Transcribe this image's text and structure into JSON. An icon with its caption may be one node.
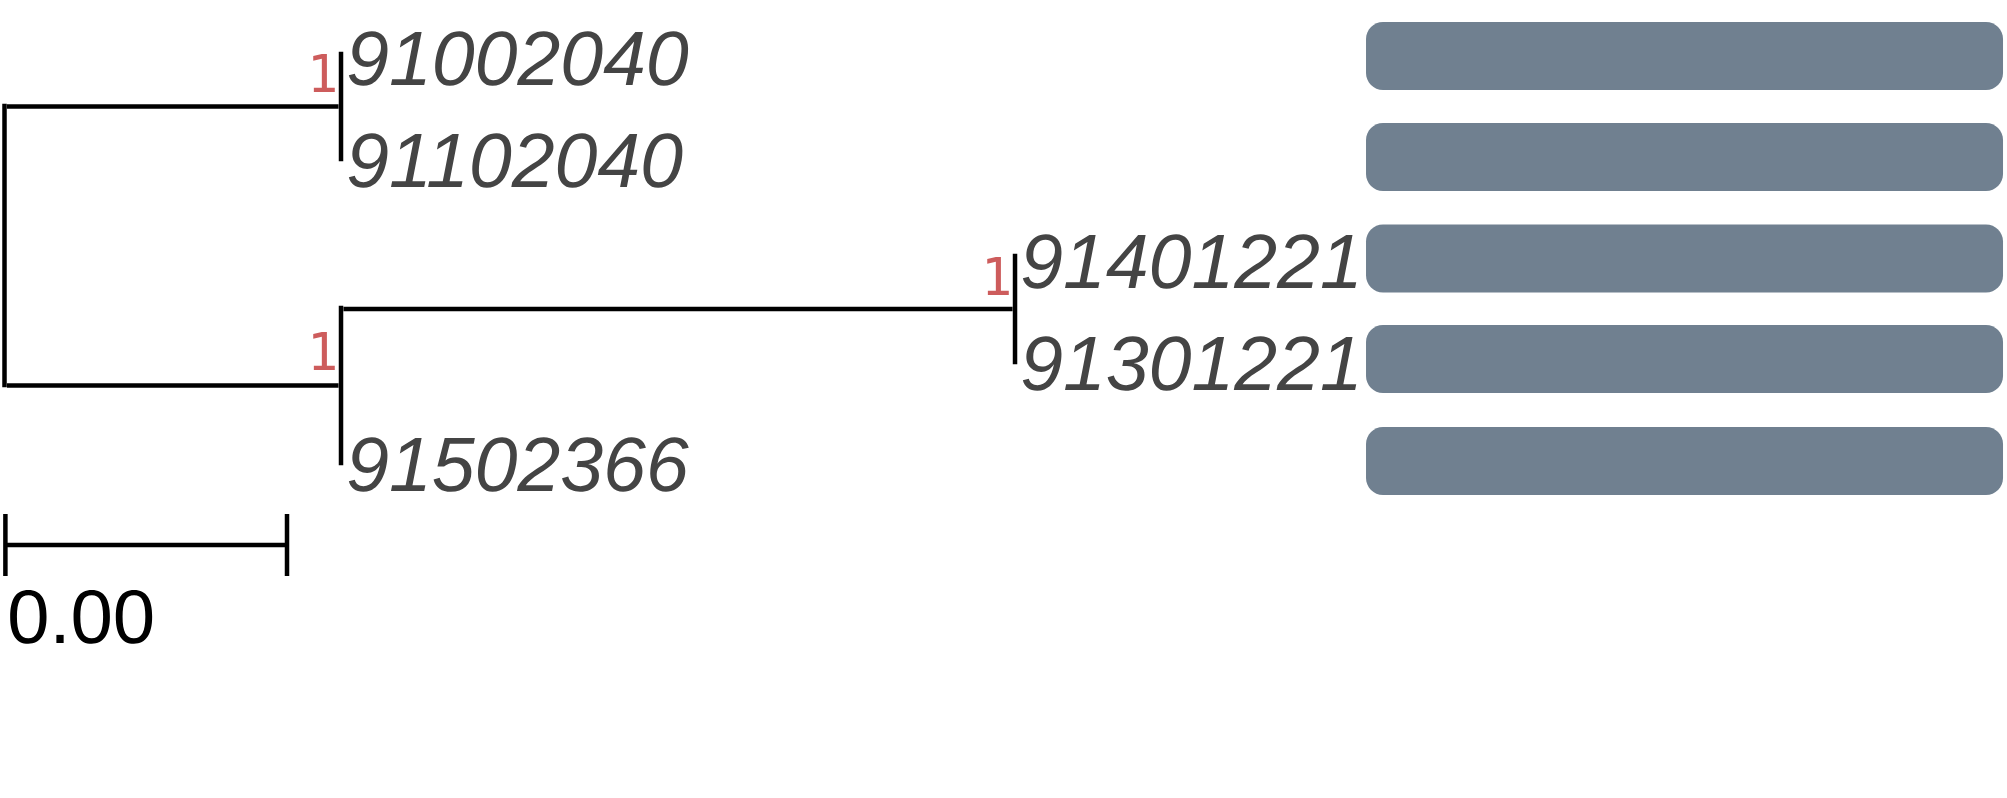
{
  "diagram": {
    "nodes": [
      {
        "text": [
          "91002040"
        ]
      },
      {
        "text": [
          "91102040"
        ]
      },
      {
        "text": [
          "91401221"
        ]
      },
      {
        "text": [
          "91301221"
        ]
      },
      {
        "text": [
          "91502366"
        ]
      },
      {
        "text": [],
        "shape": "bar"
      },
      {
        "text": [],
        "shape": "bar"
      },
      {
        "text": [],
        "shape": "bar"
      },
      {
        "text": [],
        "shape": "bar"
      },
      {
        "text": [],
        "shape": "bar"
      },
      {
        "text": [],
        "shape": "line"
      },
      {
        "text": [],
        "shape": "line",
        "beside": [
          "1"
        ]
      },
      {
        "text": [],
        "shape": "line",
        "beside": [
          "1"
        ]
      },
      {
        "text": [],
        "shape": "line",
        "beside": [
          "1"
        ]
      }
    ],
    "edges": [
      {
        "from": 10,
        "to": 11,
        "arrow": "none"
      },
      {
        "from": 10,
        "to": 12,
        "arrow": "none"
      },
      {
        "from": 12,
        "to": 13,
        "arrow": "none"
      }
    ],
    "labels": [
      "0.00"
    ]
  }
}
